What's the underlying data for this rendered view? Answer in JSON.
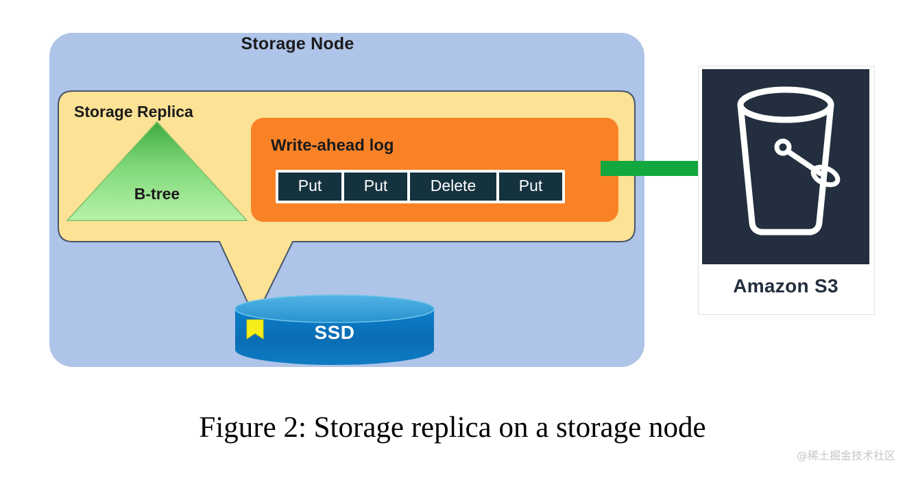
{
  "figure": {
    "caption": "Figure 2: Storage replica on a storage node",
    "watermark": "@稀土掘金技术社区"
  },
  "storage_node": {
    "title": "Storage Node",
    "fill_color": "#aec4e8"
  },
  "storage_replica": {
    "title": "Storage Replica",
    "fill_color": "#fbe294",
    "border_color": "#44546a",
    "btree": {
      "label": "B-tree",
      "gradient_top": "#4cb34c",
      "gradient_bottom": "#b3f2a6"
    }
  },
  "write_ahead_log": {
    "title": "Write-ahead log",
    "fill_color": "#f98227",
    "entry_fill": "#15323f",
    "entry_text_color": "#ffffff",
    "entries": [
      {
        "label": "Put"
      },
      {
        "label": "Put"
      },
      {
        "label": "Delete"
      },
      {
        "label": "Put"
      }
    ]
  },
  "ssd": {
    "label": "SSD",
    "body_color": "#0b72bd",
    "top_color": "#2e9ad6",
    "marker_color": "#f5ee1a"
  },
  "flow_arrow": {
    "color": "#12a83f",
    "direction": "right"
  },
  "amazon_s3": {
    "label": "Amazon S3",
    "icon": "bucket-icon",
    "tile_color": "#232f3e",
    "icon_color": "#ffffff"
  }
}
